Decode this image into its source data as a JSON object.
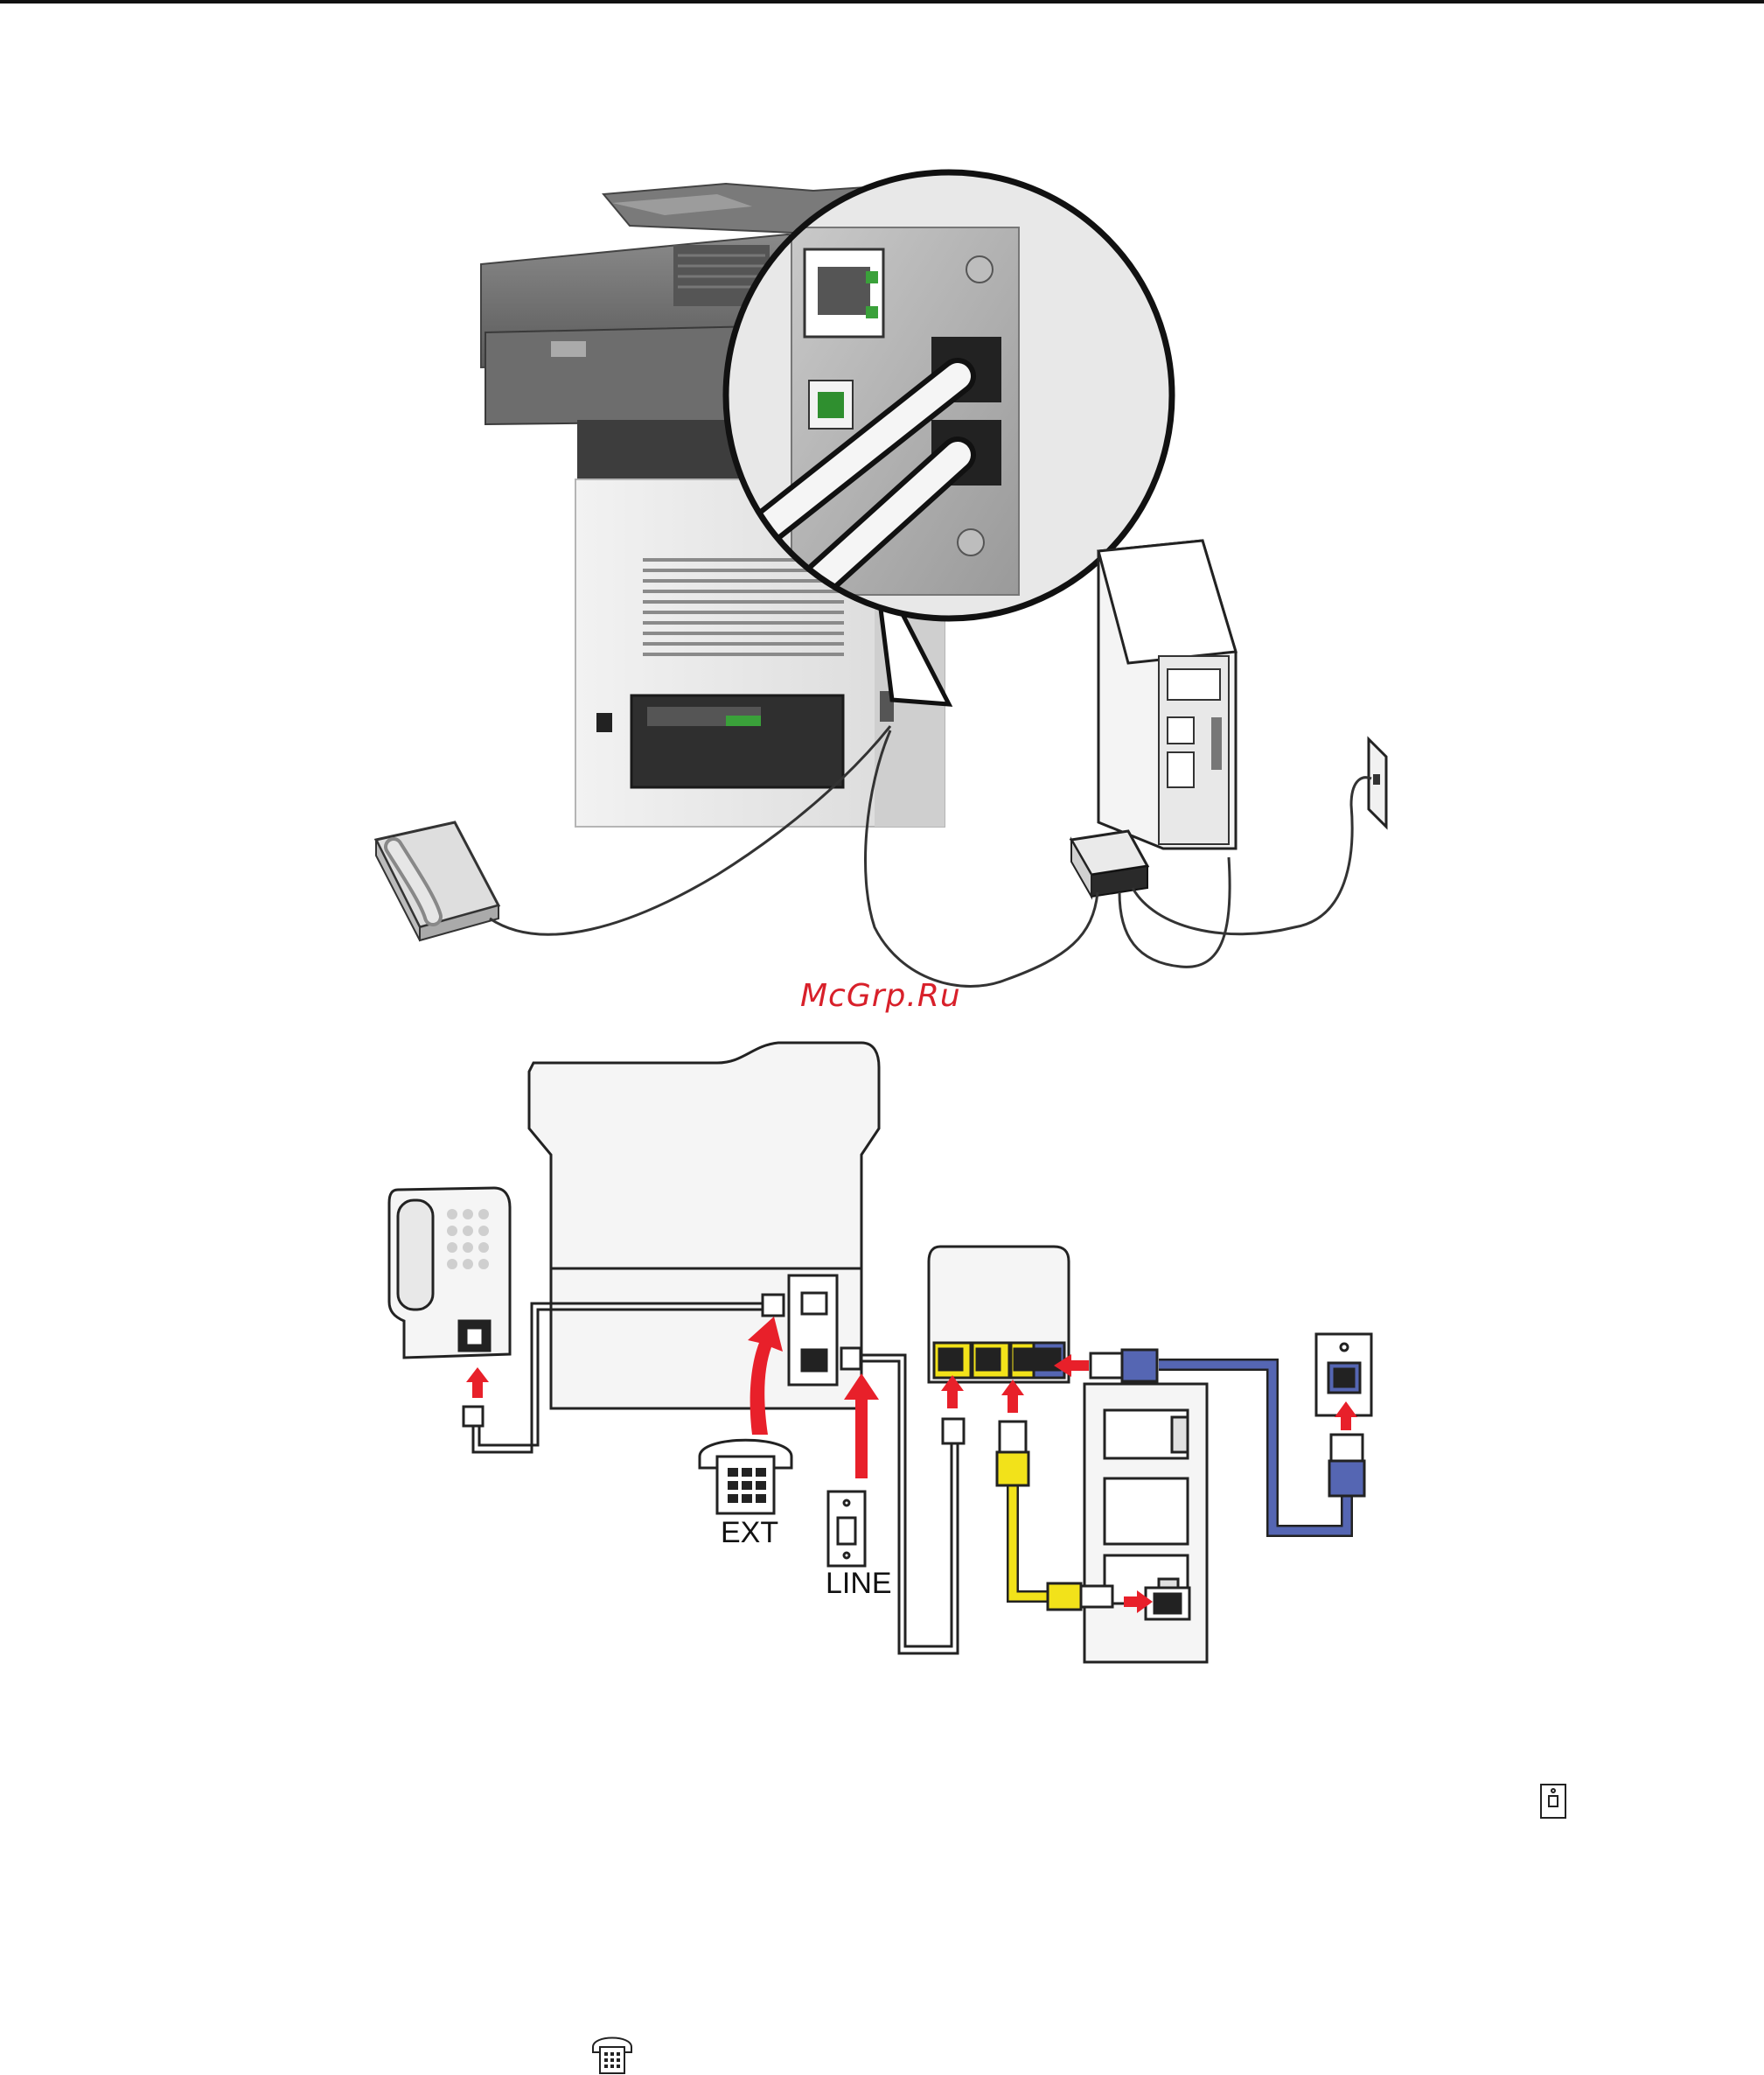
{
  "watermark": "McGrp.Ru",
  "labels": {
    "ext": "EXT",
    "line": "LINE"
  },
  "colors": {
    "red_arrow": "#e8202a",
    "yellow_cable": "#f2e21a",
    "blue_cable": "#5566b3",
    "outline": "#222222"
  },
  "icons": [
    "printer-rear-photo",
    "telephone-photo",
    "computer-tower-photo",
    "modem-photo",
    "wall-jack-photo",
    "wall-jack-icon",
    "telephone-icon"
  ]
}
